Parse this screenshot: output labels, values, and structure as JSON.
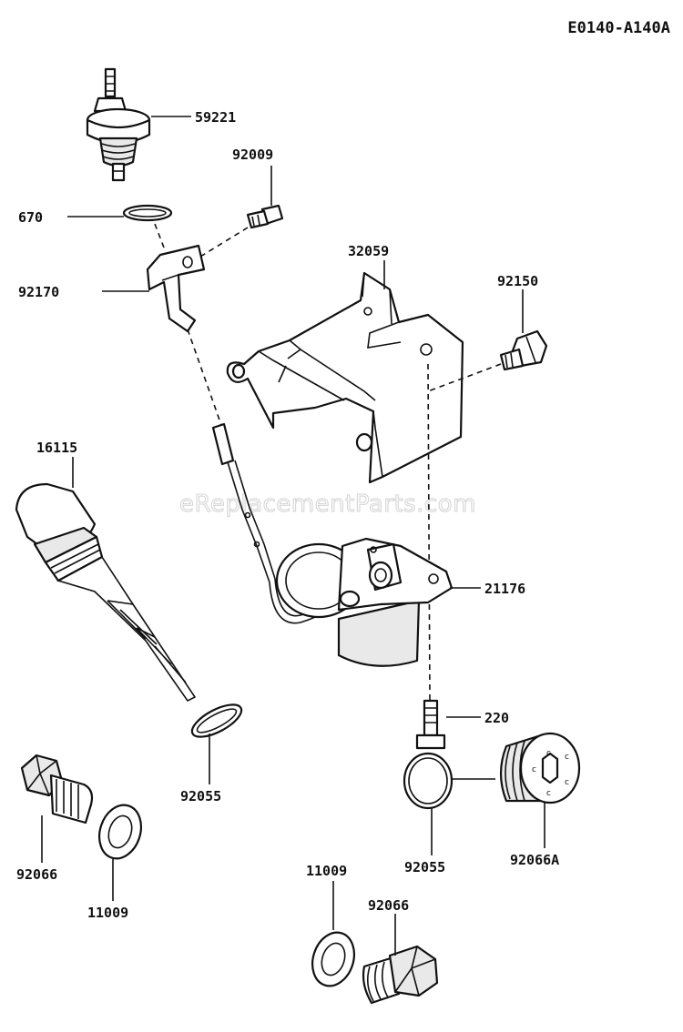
{
  "diagram_code": "E0140-A140A",
  "watermark": "eReplacementParts.com",
  "parts": [
    {
      "id": "p59221",
      "ref": "59221"
    },
    {
      "id": "p92009",
      "ref": "92009"
    },
    {
      "id": "p670",
      "ref": "670"
    },
    {
      "id": "p92170",
      "ref": "92170"
    },
    {
      "id": "p32059",
      "ref": "32059"
    },
    {
      "id": "p92150",
      "ref": "92150"
    },
    {
      "id": "p16115",
      "ref": "16115"
    },
    {
      "id": "p21176",
      "ref": "21176"
    },
    {
      "id": "p220",
      "ref": "220"
    },
    {
      "id": "p92055a",
      "ref": "92055"
    },
    {
      "id": "p92066a",
      "ref": "92066"
    },
    {
      "id": "p11009a",
      "ref": "11009"
    },
    {
      "id": "p92055b",
      "ref": "92055"
    },
    {
      "id": "p92066A",
      "ref": "92066A"
    },
    {
      "id": "p11009b",
      "ref": "11009"
    },
    {
      "id": "p92066b",
      "ref": "92066"
    }
  ]
}
